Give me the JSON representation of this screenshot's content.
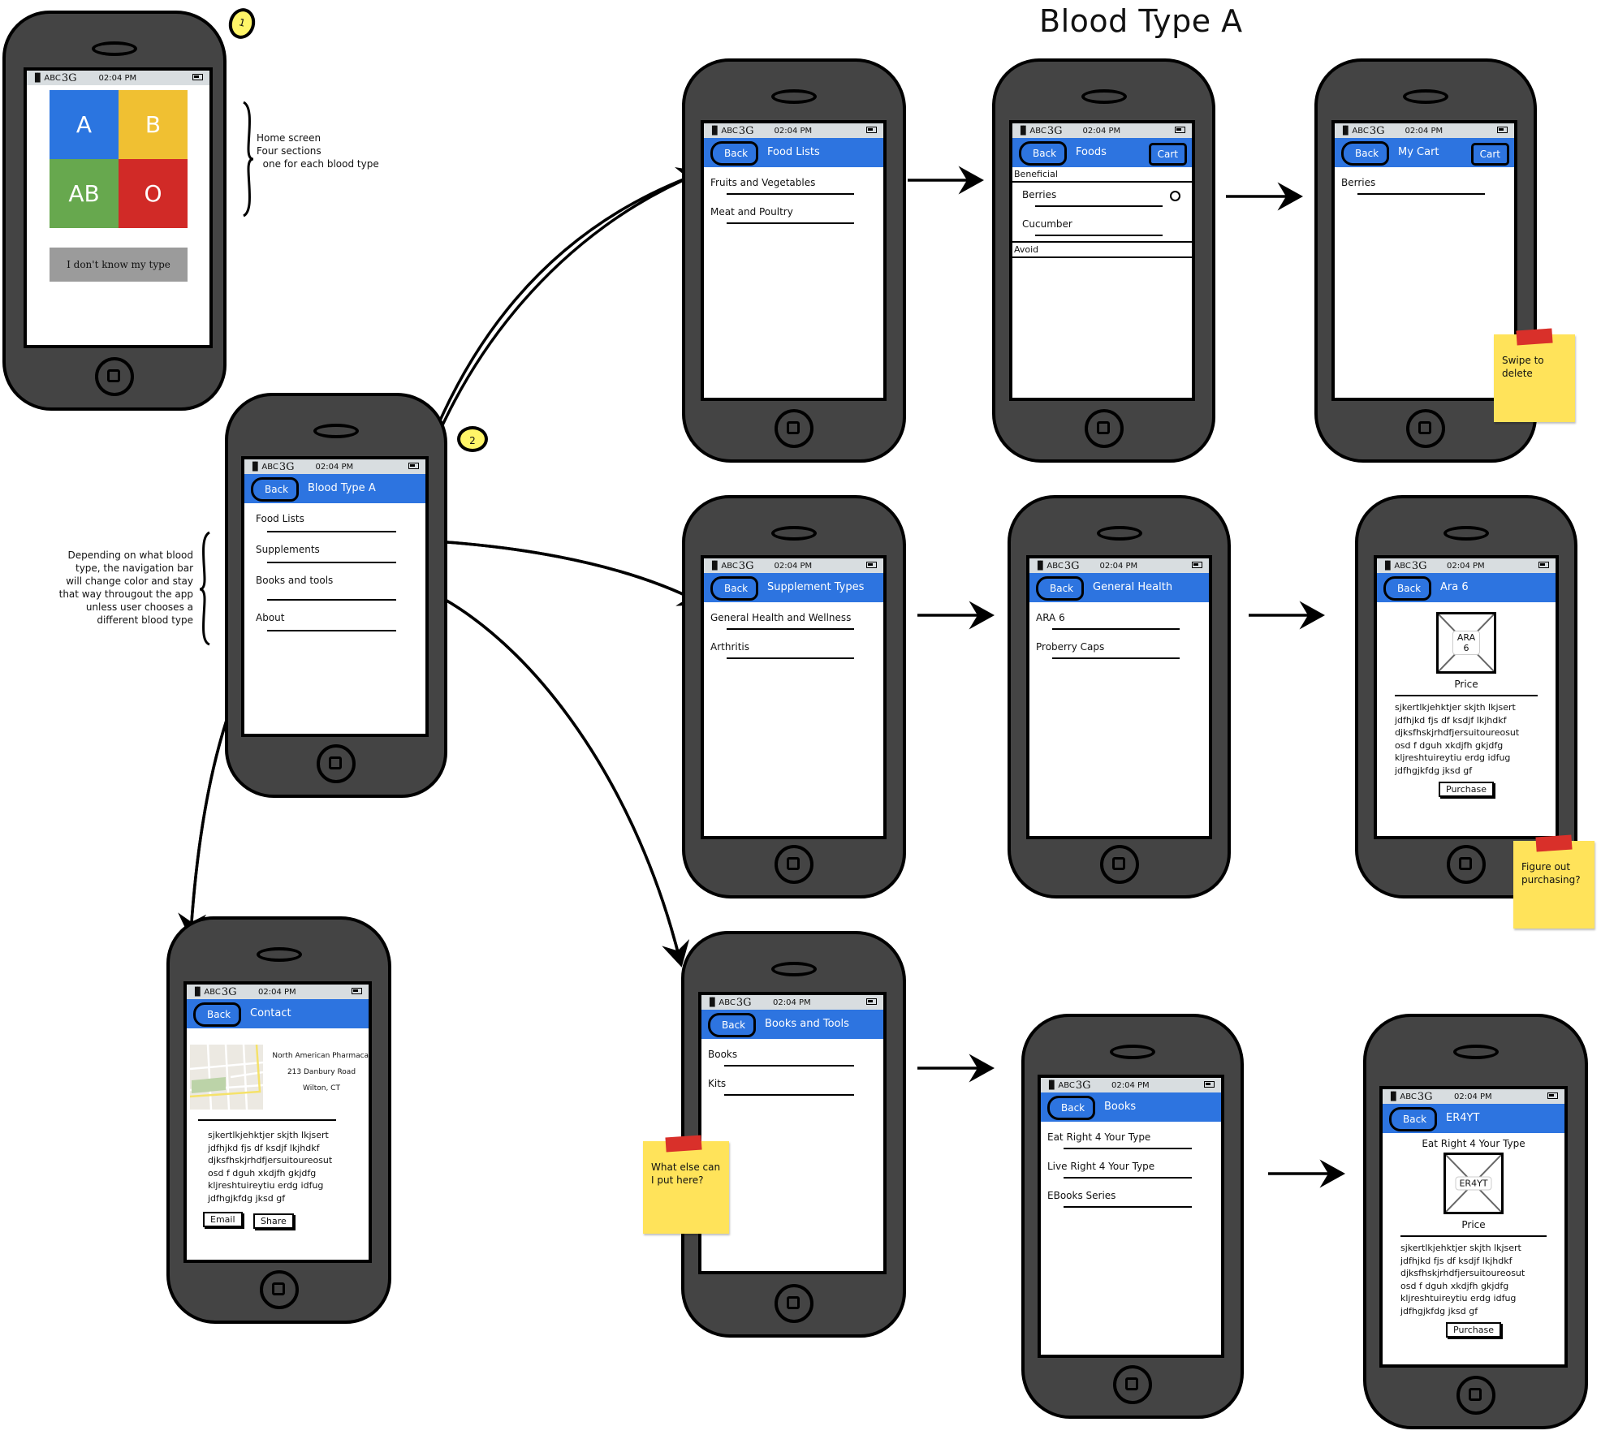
{
  "page_title": "Blood Type A",
  "status_bar": {
    "carrier": "ABC",
    "network": "3G",
    "time": "02:04 PM"
  },
  "badges": [
    "1",
    "2"
  ],
  "annotations": {
    "home": "Home screen\nFour sections\n  one for each blood type",
    "navbar": "Depending on what blood\ntype, the navigation bar\nwill change color and stay\nthat way througout the app\nunless user chooses a\ndifferent blood type"
  },
  "sticky_notes": {
    "swipe": "Swipe to delete",
    "purchasing": "Figure out purchasing?",
    "what_else": "What else can I put here?"
  },
  "colors": {
    "nav_blue": "#2d74e0",
    "tile_a": "#2b75e0",
    "tile_b": "#f0c032",
    "tile_ab": "#67a84e",
    "tile_o": "#d12a27",
    "note": "#ffe35a",
    "tape": "#d9302a"
  },
  "home": {
    "tiles": [
      {
        "label": "A"
      },
      {
        "label": "B"
      },
      {
        "label": "AB"
      },
      {
        "label": "O"
      }
    ],
    "dont_know": "I don't know my type"
  },
  "back_label": "Back",
  "cart_label": "Cart",
  "screens": {
    "blood_type_a": {
      "title": "Blood Type A",
      "items": [
        "Food Lists",
        "Supplements",
        "Books and tools",
        "About"
      ]
    },
    "food_lists": {
      "title": "Food Lists",
      "items": [
        "Fruits and Vegetables",
        "Meat and Poultry"
      ]
    },
    "foods": {
      "title": "Foods",
      "section_beneficial": "Beneficial",
      "items": [
        "Berries",
        "Cucumber"
      ],
      "section_avoid": "Avoid"
    },
    "my_cart": {
      "title": "My Cart",
      "items": [
        "Berries"
      ]
    },
    "supplement_types": {
      "title": "Supplement Types",
      "items": [
        "General Health and Wellness",
        "Arthritis"
      ]
    },
    "general_health": {
      "title": "General Health",
      "items": [
        "ARA 6",
        "Proberry Caps"
      ]
    },
    "ara6": {
      "title": "Ara 6",
      "image_label": "ARA 6",
      "price": "Price",
      "purchase": "Purchase"
    },
    "contact": {
      "title": "Contact",
      "address": [
        "North American Pharmacal",
        "213 Danbury Road",
        "Wilton, CT"
      ],
      "email": "Email",
      "share": "Share"
    },
    "books_tools": {
      "title": "Books and Tools",
      "items": [
        "Books",
        "Kits"
      ]
    },
    "books": {
      "title": "Books",
      "items": [
        "Eat Right 4 Your Type",
        "Live Right 4 Your Type",
        "EBooks Series"
      ]
    },
    "er4yt": {
      "title": "ER4YT",
      "heading": "Eat Right 4 Your Type",
      "image_label": "ER4YT",
      "price": "Price",
      "purchase": "Purchase"
    }
  },
  "lorem": "sjkertlkjehktjer skjth lkjsert\njdfhjkd fjs df ksdjf lkjhdkf\ndjksfhskjrhdfjersuitoureosut\nosd f dguh xkdjfh gkjdfg\nkljreshtuireytiu erdg idfug\njdfhgjkfdg jksd gf"
}
